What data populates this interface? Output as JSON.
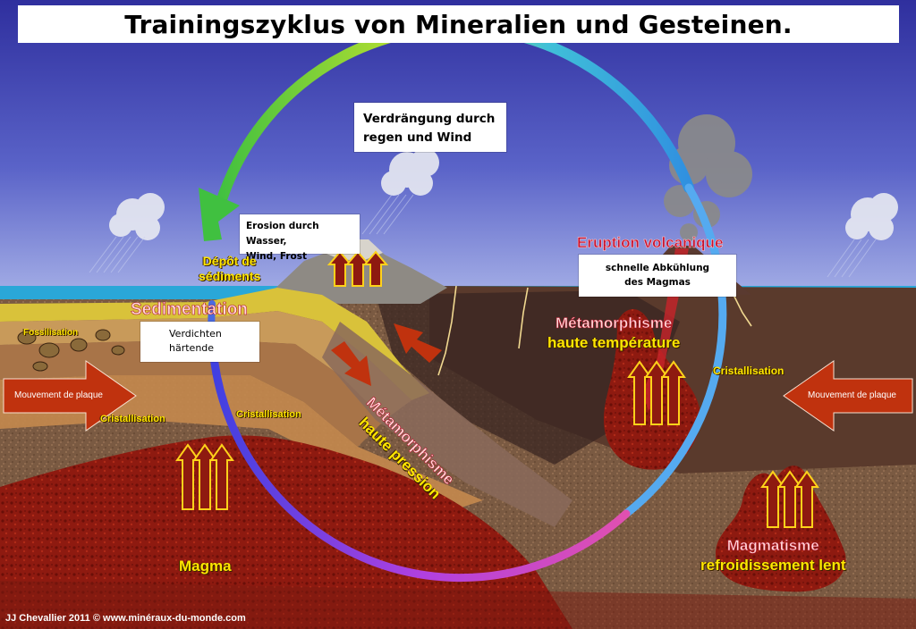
{
  "title": "Trainingszyklus von Mineralien und Gesteinen.",
  "notes": {
    "displacement": [
      "Verdrängung durch",
      "regen und Wind"
    ],
    "erosion": [
      "Erosion durch Wasser,",
      "Wind, Frost"
    ],
    "cooling": [
      "schnelle Abkühlung",
      "des Magmas"
    ],
    "compaction": [
      "Verdichten",
      "härtende"
    ]
  },
  "labels": {
    "deposit": [
      "Dépôt de",
      "sédiments"
    ],
    "sedimentation": "Sedimentation",
    "fossilisation": "Fossilisation",
    "cristallisation": "Cristallisation",
    "eruption": "Eruption volcanique",
    "meta_temp": [
      "Métamorphisme",
      "haute température"
    ],
    "meta_pressure": [
      "Métamorphisme",
      "haute pression"
    ],
    "magma": "Magma",
    "magmatism": [
      "Magmatisme",
      "refroidissement lent"
    ],
    "plate_movement": "Mouvement de plaque"
  },
  "footer": "JJ Chevallier  2011 ©  www.minéraux-du-monde.com",
  "colors": {
    "sky_top": "#2f2f9e",
    "sky_bottom": "#8a9be0",
    "sea": "#2aa7d8",
    "magma": "#8e1a10",
    "crust": "#6b4a33",
    "label_yellow": "#ffe600",
    "label_red": "#c8102e",
    "arrow_red": "#c0320e"
  },
  "icons": [
    "cloud-icon",
    "rain-icon",
    "volcano-smoke-icon",
    "cycle-arrow-icon",
    "heat-arrow-icon",
    "plate-arrow-icon"
  ]
}
